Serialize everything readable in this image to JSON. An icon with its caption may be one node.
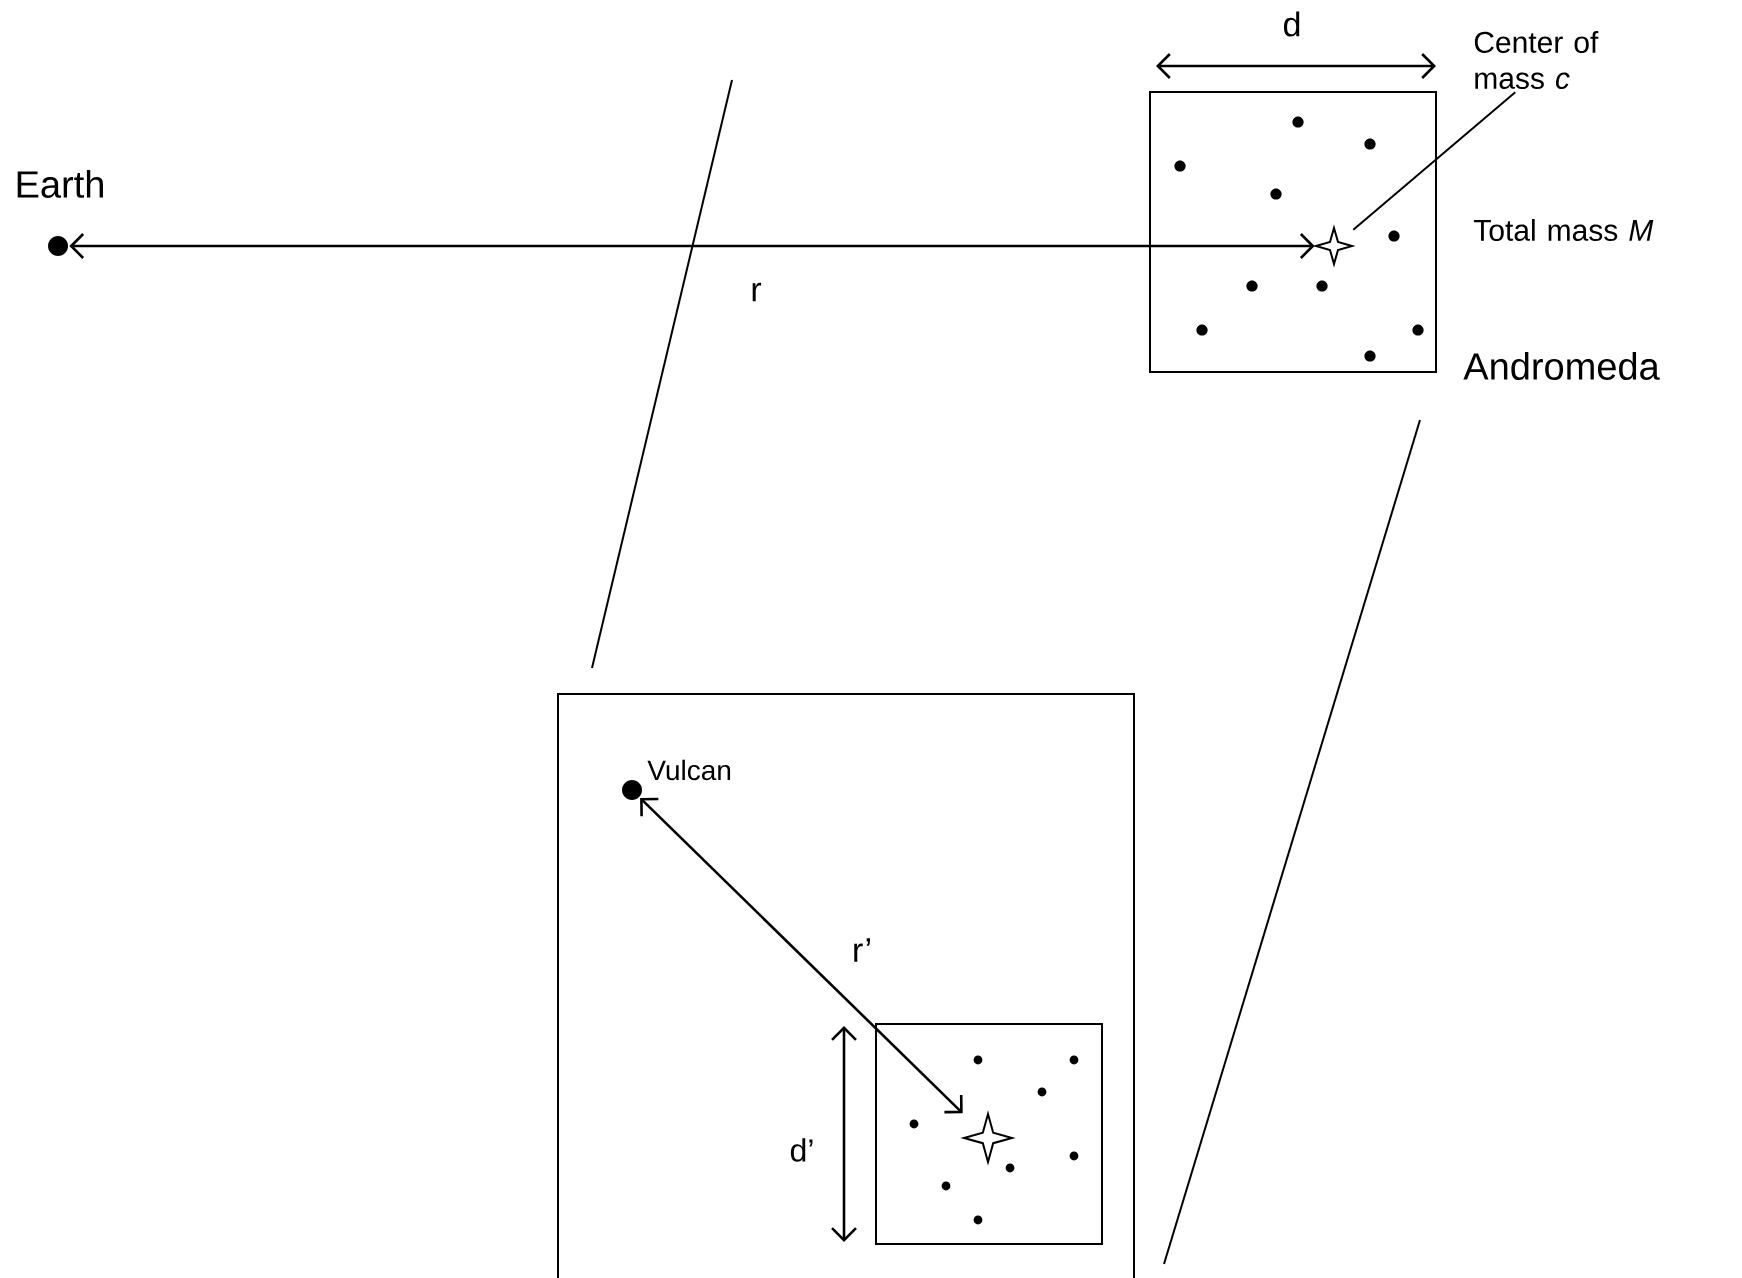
{
  "diagram": {
    "nodes": [
      {
        "text": [],
        "shape": "circle",
        "beside": [
          "Earth"
        ]
      },
      {
        "text": [],
        "shape": "box",
        "beside": [
          "Andromeda"
        ]
      },
      {
        "text": [],
        "shape": "star",
        "in": 1
      },
      {
        "text": [
          "Center of mass *c*"
        ]
      },
      {
        "text": [],
        "shape": "box"
      },
      {
        "text": [],
        "shape": "circle",
        "in": 4,
        "beside": [
          "Vulcan"
        ]
      },
      {
        "text": [],
        "shape": "box",
        "in": 4
      },
      {
        "text": [],
        "shape": "star",
        "in": 6
      }
    ],
    "edges": [
      {
        "from": 0,
        "to": 2,
        "arrow": "both",
        "label": "r"
      },
      {
        "from": 3,
        "to": 2,
        "arrow": "none"
      },
      {
        "from": 5,
        "to": 7,
        "arrow": "both",
        "label": "r’"
      }
    ],
    "labels": [
      "d",
      "Total mass *M*",
      "d’"
    ]
  }
}
